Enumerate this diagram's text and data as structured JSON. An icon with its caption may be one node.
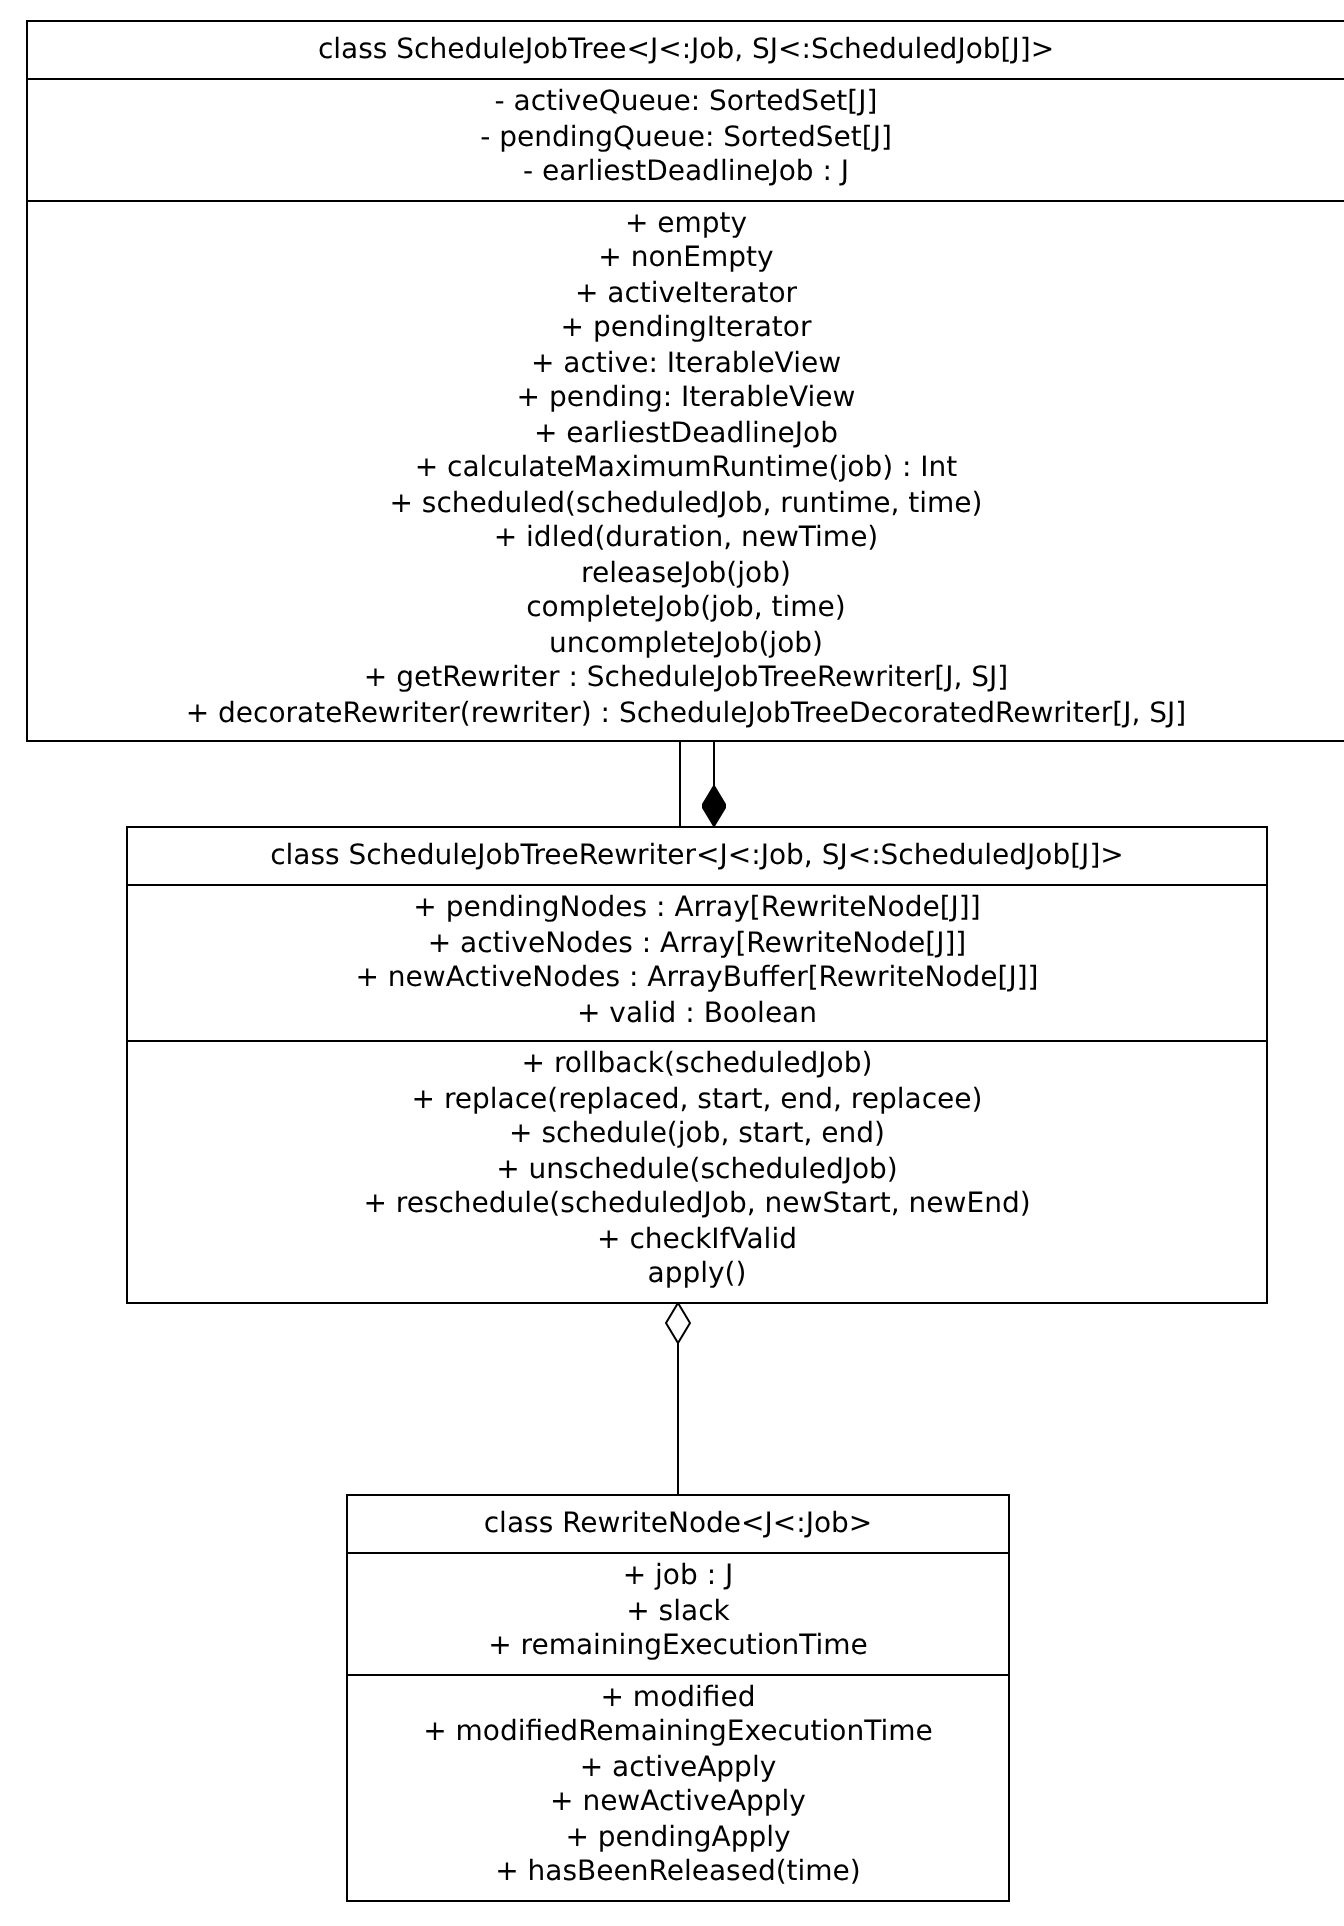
{
  "diagram": {
    "nodes": [
      {
        "text": [
          "class ScheduleJobTree<J<:Job, SJ<:ScheduledJob[J]>"
        ]
      },
      {
        "text": [
          "- activeQueue: SortedSet[J]",
          "- pendingQueue: SortedSet[J]",
          "- earliestDeadlineJob : J"
        ],
        "in": 0
      },
      {
        "text": [
          "+ empty",
          "+ nonEmpty",
          "+ activeIterator",
          "+ pendingIterator",
          "+ active: IterableView",
          "+ pending: IterableView",
          "+ earliestDeadlineJob",
          "+ calculateMaximumRuntime(job) : Int",
          "+ scheduled(scheduledJob, runtime, time)",
          "+ idled(duration, newTime)",
          "releaseJob(job)",
          "completeJob(job, time)",
          "uncompleteJob(job)",
          "+ getRewriter : ScheduleJobTreeRewriter[J, SJ]",
          "+ decorateRewriter(rewriter) : ScheduleJobTreeDecoratedRewriter[J, SJ]"
        ],
        "in": 0
      },
      {
        "text": [
          "class ScheduleJobTreeRewriter<J<:Job, SJ<:ScheduledJob[J]>"
        ]
      },
      {
        "text": [
          "+ pendingNodes : Array[RewriteNode[J]]",
          "+ activeNodes : Array[RewriteNode[J]]",
          "+ newActiveNodes : ArrayBuffer[RewriteNode[J]]",
          "+ valid : Boolean"
        ],
        "in": 3
      },
      {
        "text": [
          "+ rollback(scheduledJob)",
          "+ replace(replaced, start, end, replacee)",
          "+ schedule(job, start, end)",
          "+ unschedule(scheduledJob)",
          "+ reschedule(scheduledJob, newStart, newEnd)",
          "+ checkIfValid",
          "apply()"
        ],
        "in": 3
      },
      {
        "text": [
          "class RewriteNode<J<:Job>"
        ]
      },
      {
        "text": [
          "+ job : J",
          "+ slack",
          "+ remainingExecutionTime"
        ],
        "in": 6
      },
      {
        "text": [
          "+ modified",
          "+ modifiedRemainingExecutionTime",
          "+ activeApply",
          "+ newActiveApply",
          "+ pendingApply",
          "+ hasBeenReleased(time)"
        ],
        "in": 6
      }
    ],
    "edges": [
      {
        "from": 0,
        "to": 3,
        "arrow": "none"
      },
      {
        "from": 0,
        "to": 3,
        "arrow": "other"
      },
      {
        "from": 6,
        "to": 3,
        "arrow": "other"
      }
    ]
  }
}
